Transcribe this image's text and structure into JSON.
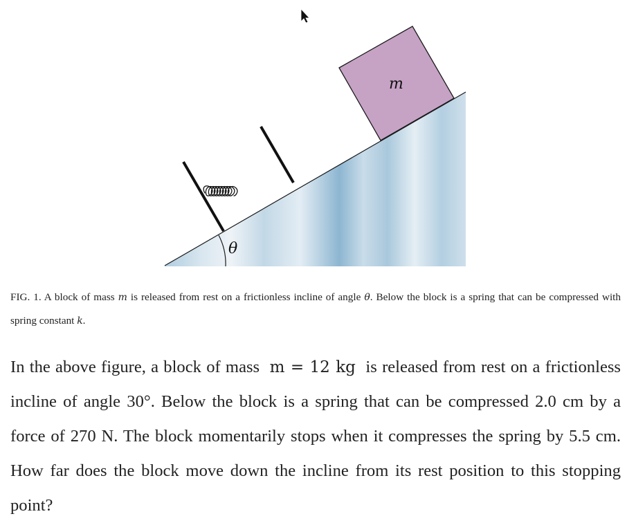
{
  "figure": {
    "mass_label": "m",
    "angle_label": "θ",
    "colors": {
      "incline_light": "#e6eef5",
      "incline_mid": "#b7d0e3",
      "incline_dark": "#8db6d1",
      "block_fill": "#c6a2c5",
      "spring_stroke": "#111111"
    }
  },
  "caption": {
    "prefix": "FIG. 1.",
    "part1": "A block of mass",
    "var_m": "m",
    "part2": "is released from rest on a frictionless incline of angle",
    "var_theta": "θ",
    "part3": ". Below the block is a spring that can be compressed with spring constant",
    "var_k": "k",
    "end": "."
  },
  "problem": {
    "part1": "In the above figure, a block of mass",
    "math_mass": "m = 12 kg",
    "part2": "is released from rest on a frictionless incline of angle 30°. Below the block is a spring that can be compressed 2.0 cm by a force of 270 N. The block momentarily stops when it compresses the spring by 5.5 cm. How far does the block move down the incline from its rest position to this stopping point?"
  }
}
